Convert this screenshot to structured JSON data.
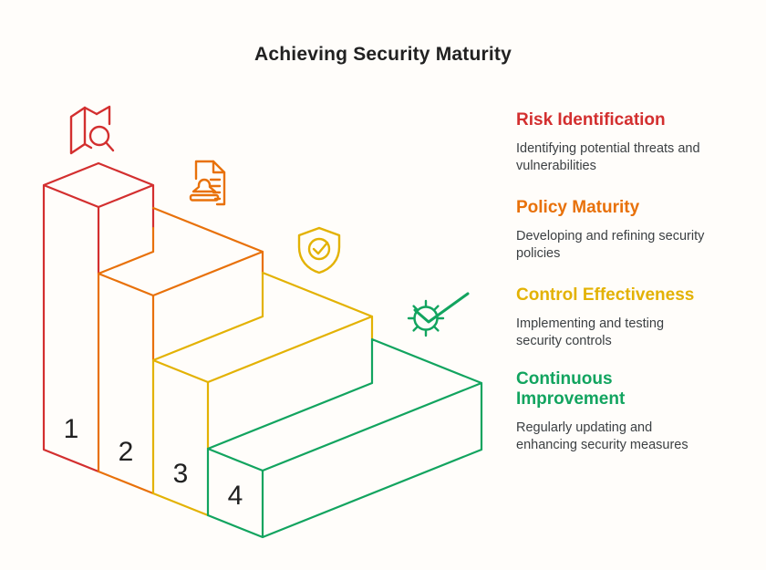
{
  "title": "Achieving Security Maturity",
  "colors": {
    "red": "#d32f2f",
    "orange": "#e8710a",
    "yellow": "#e3b204",
    "green": "#12a45f",
    "number_text": "#212121",
    "body_text": "#3c4043",
    "title_text": "#212121"
  },
  "steps": [
    {
      "num": "1",
      "label": "Risk Identification",
      "description": "Identifying potential threats and\nvulnerabilities",
      "color": "#d32f2f",
      "icon": "map-search-icon"
    },
    {
      "num": "2",
      "label": "Policy Maturity",
      "description": "Developing and refining security\npolicies",
      "color": "#e8710a",
      "icon": "document-stamp-icon"
    },
    {
      "num": "3",
      "label": "Control Effectiveness",
      "description": "Implementing and testing\nsecurity controls",
      "color": "#e3b204",
      "icon": "shield-check-icon"
    },
    {
      "num": "4",
      "label": "Continuous\nImprovement",
      "description": "Regularly updating and\nenhancing security measures",
      "color": "#12a45f",
      "icon": "gear-check-icon"
    }
  ]
}
